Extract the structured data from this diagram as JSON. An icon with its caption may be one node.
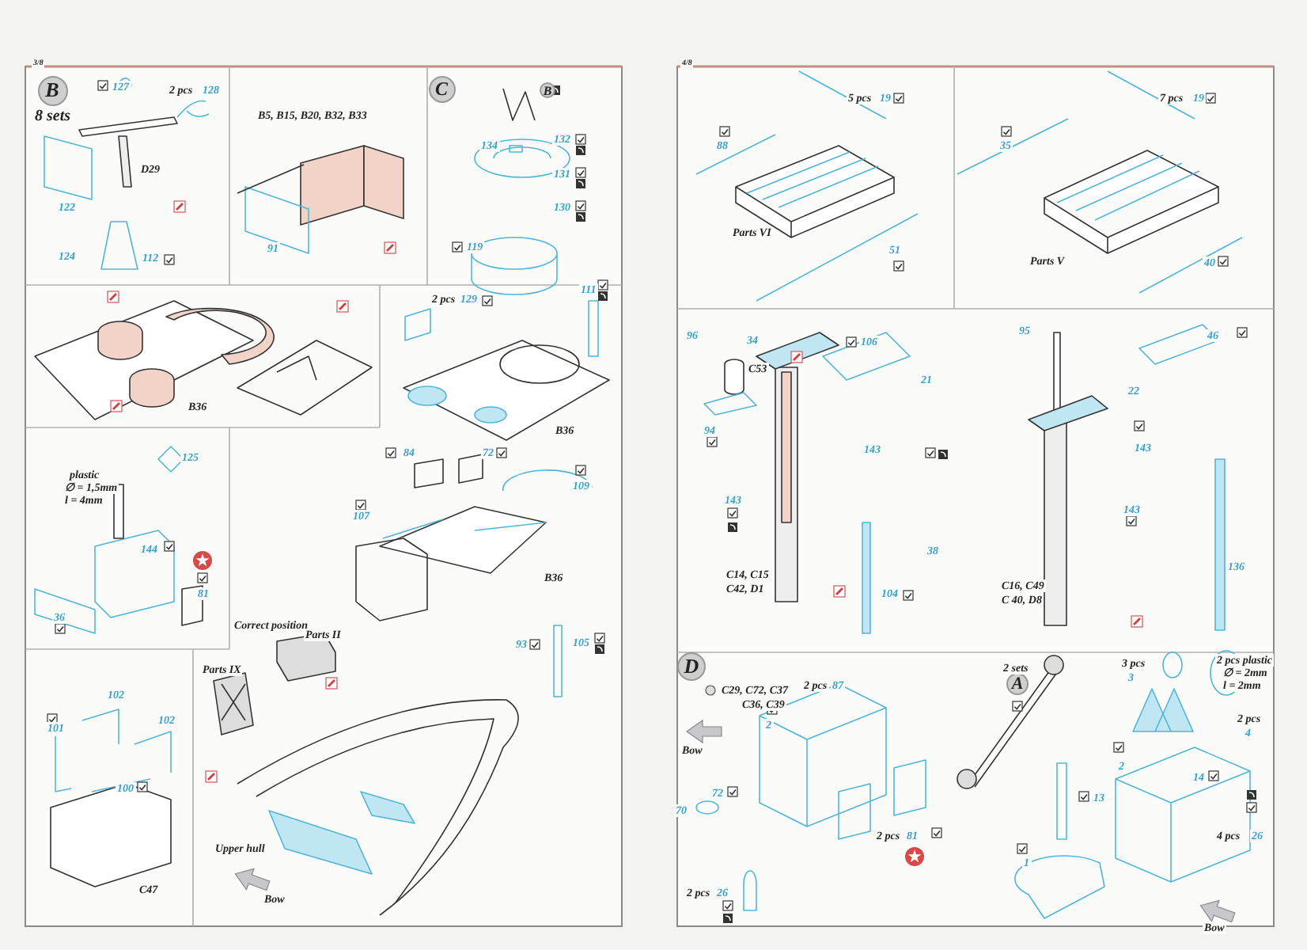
{
  "diagram": {
    "nodes": [
      {
        "text": [
          "B"
        ]
      },
      {
        "text": [
          "C"
        ]
      },
      {
        "text": [
          "B"
        ]
      },
      {
        "text": [
          "D"
        ]
      },
      {
        "text": [
          "A"
        ]
      }
    ],
    "labels": [
      "3/8",
      "8 sets",
      "127",
      "2 pcs",
      "128",
      "D29",
      "122",
      "124",
      "112",
      "B5, B15, B20, B32, B33",
      "91",
      "134",
      "132",
      "131",
      "130",
      "119",
      "2 pcs",
      "129",
      "111",
      "B36",
      "B36",
      "125",
      "plastic",
      "∅ = 1,5mm",
      "l = 4mm",
      "84",
      "72",
      "109",
      "107",
      "144",
      "81",
      "36",
      "B36",
      "Correct position",
      "Parts II",
      "93",
      "105",
      "Parts IX",
      "102",
      "101",
      "102",
      "100",
      "Upper hull",
      "C47",
      "Bow",
      "4/8",
      "5 pcs",
      "19",
      "88",
      "Parts VI",
      "51",
      "7 pcs",
      "19",
      "35",
      "Parts V",
      "40",
      "96",
      "34",
      "C53",
      "106",
      "21",
      "94",
      "143",
      "143",
      "38",
      "C14, C15",
      "C42, D1",
      "104",
      "95",
      "46",
      "22",
      "143",
      "143",
      "136",
      "C16, C49",
      "C 40, D8",
      "C29, C72, C37",
      "C36, C39",
      "2 pcs",
      "87",
      "2",
      "Bow",
      "72",
      "70",
      "2 pcs",
      "26",
      "2 pcs",
      "81",
      "2 sets",
      "13",
      "1",
      "3 pcs",
      "3",
      "2 pcs plastic",
      "∅ = 2mm",
      "l = 2mm",
      "2 pcs",
      "4",
      "2",
      "14",
      "4 pcs",
      "26",
      "Bow"
    ]
  }
}
